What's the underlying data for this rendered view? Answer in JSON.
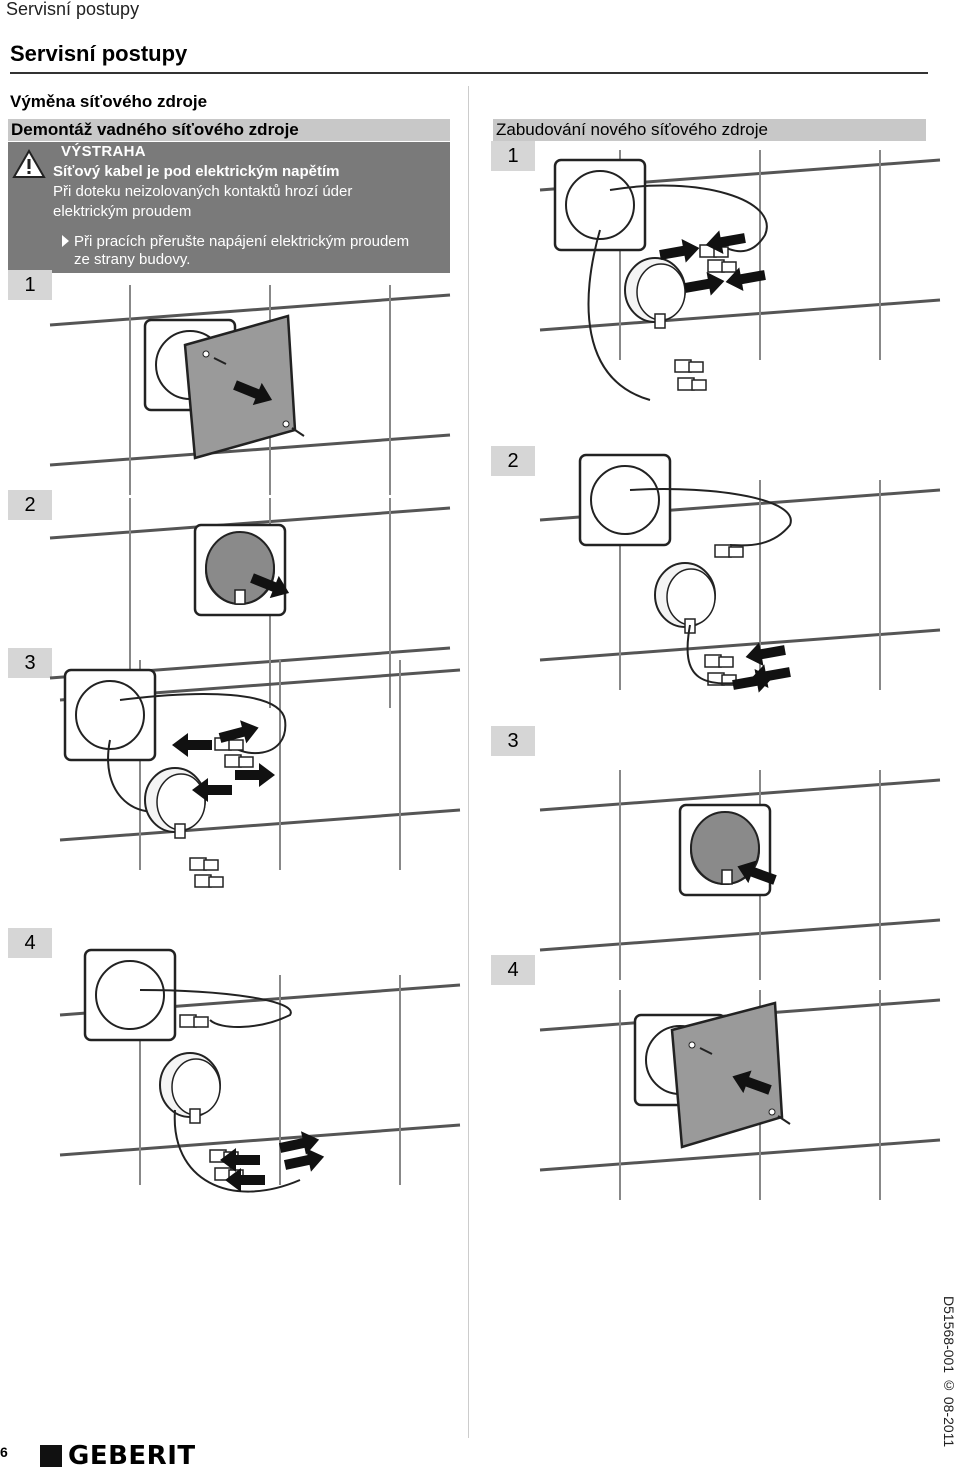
{
  "header": {
    "running_head": "Servisní postupy",
    "title": "Servisní postupy"
  },
  "section": {
    "title": "Výměna síťového zdroje",
    "left_heading": "Demontáž vadného síťového zdroje",
    "right_heading": "Zabudování nového síťového zdroje"
  },
  "warning": {
    "label": "VÝSTRAHA",
    "headline": "Síťový kabel je pod elektrickým napětím",
    "text_line1": "Při doteku neizolovaných kontaktů hrozí úder",
    "text_line2": "elektrickým proudem",
    "instruction_line1": "Při pracích přerušte napájení elektrickým proudem",
    "instruction_line2": "ze strany budovy."
  },
  "steps_left": [
    "1",
    "2",
    "3",
    "4"
  ],
  "steps_right": [
    "1",
    "2",
    "3",
    "4"
  ],
  "footer": {
    "page_number": "6",
    "brand": "GEBERIT",
    "doc_id": "D51568-001 © 08-2011"
  },
  "colors": {
    "warning_bg": "#7a7a7a",
    "heading_bar": "#c8c8c8",
    "step_badge": "#d6d6d6",
    "cover_plate": "#9a9a9a",
    "device": "#8a8a8a"
  }
}
